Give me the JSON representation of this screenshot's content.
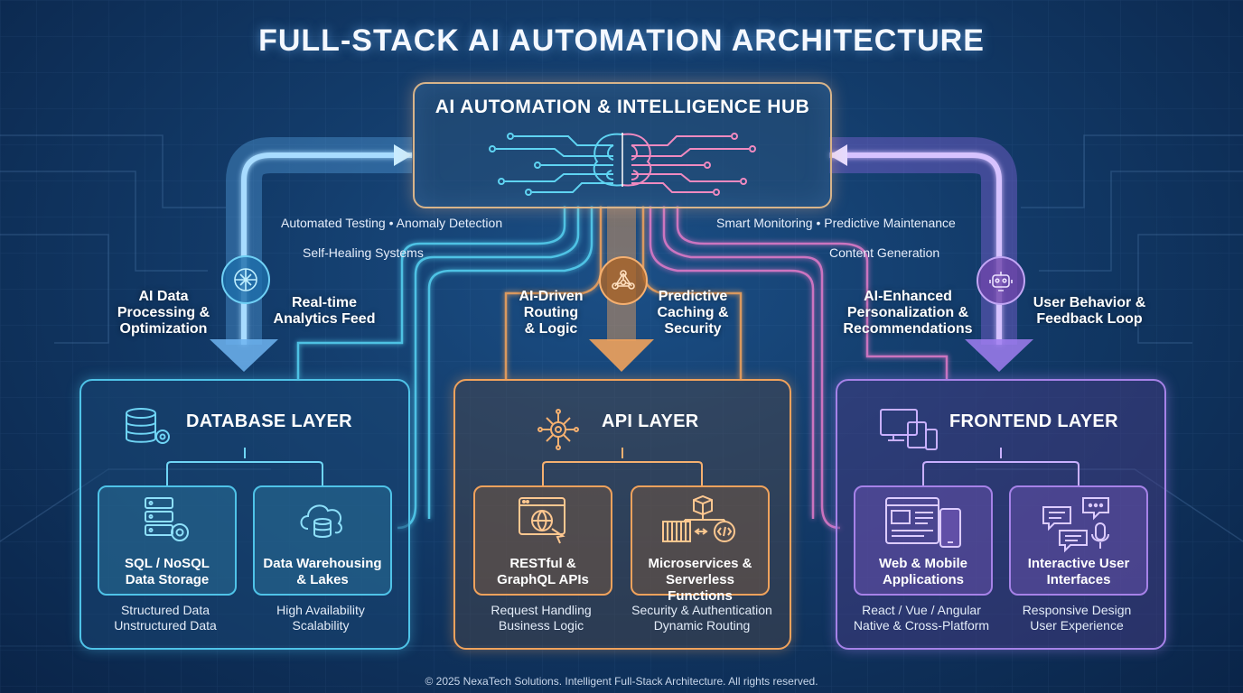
{
  "title": "FULL-STACK AI AUTOMATION ARCHITECTURE",
  "hub": {
    "title": "AI AUTOMATION & INTELLIGENCE HUB",
    "icon": "brain-icon"
  },
  "features": {
    "left_line1": "Automated Testing  •  Anomaly Detection",
    "left_line2": "Self-Healing Systems",
    "right_line1": "Smart Monitoring  •  Predictive Maintenance",
    "right_line2": "Content Generation"
  },
  "flows": {
    "db_down": "AI Data\nProcessing &\nOptimization",
    "db_up": "Real-time\nAnalytics Feed",
    "api_down": "AI-Driven\nRouting\n& Logic",
    "api_up": "Predictive\nCaching &\nSecurity",
    "fe_down": "AI-Enhanced\nPersonalization &\nRecommendations",
    "fe_up": "User Behavior &\nFeedback Loop"
  },
  "layers": {
    "database": {
      "title": "DATABASE LAYER",
      "color": "#4fc3e8",
      "cards": [
        {
          "title": "SQL / NoSQL\nData Storage",
          "sub": "Structured Data\nUnstructured Data",
          "icon": "server-gear-icon"
        },
        {
          "title": "Data Warehousing\n& Lakes",
          "sub": "High Availability\nScalability",
          "icon": "cloud-database-icon"
        }
      ]
    },
    "api": {
      "title": "API LAYER",
      "color": "#f0a25c",
      "cards": [
        {
          "title": "RESTful &\nGraphQL APIs",
          "sub": "Request Handling\nBusiness Logic",
          "icon": "browser-globe-icon"
        },
        {
          "title": "Microservices &\nServerless Functions",
          "sub": "Security & Authentication\nDynamic Routing",
          "icon": "containers-code-icon"
        }
      ]
    },
    "frontend": {
      "title": "FRONTEND LAYER",
      "color": "#a682e8",
      "cards": [
        {
          "title": "Web & Mobile\nApplications",
          "sub": "React / Vue / Angular\nNative & Cross-Platform",
          "icon": "web-mobile-icon"
        },
        {
          "title": "Interactive User\nInterfaces",
          "sub": "Responsive Design\nUser Experience",
          "icon": "chat-mic-icon"
        }
      ]
    }
  },
  "footer": "© 2025 NexaTech Solutions. Intelligent Full-Stack Architecture. All rights reserved."
}
